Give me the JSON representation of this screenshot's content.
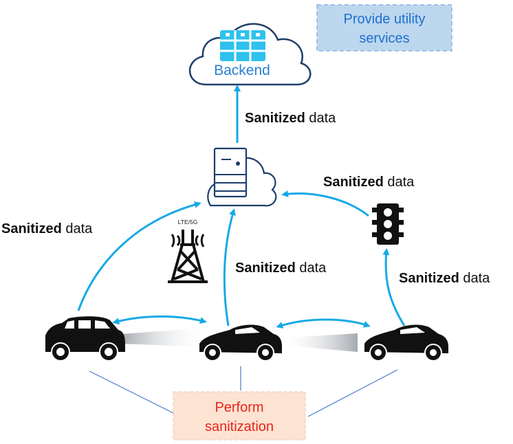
{
  "backend": {
    "label": "Backend"
  },
  "utility_box": {
    "line1": "Provide utility",
    "line2": "services"
  },
  "sanitize_box": {
    "line1": "Perform",
    "line2": "sanitization"
  },
  "tower": {
    "label": "LTE/5G"
  },
  "flow_labels": {
    "edge_to_backend": {
      "bold": "Sanitized",
      "rest": " data"
    },
    "left_car_to_edge": {
      "bold": "Sanitized",
      "rest": " data"
    },
    "mid_car_to_edge": {
      "bold": "Sanitized",
      "rest": " data"
    },
    "light_to_edge": {
      "bold": "Sanitized",
      "rest": " data"
    },
    "right_car_to_light": {
      "bold": "Sanitized",
      "rest": " data"
    }
  },
  "colors": {
    "arrow": "#17a9e6",
    "backend_text": "#2a7fd0",
    "utility_fill": "#bdd7ee",
    "utility_border": "#8fb4de",
    "utility_text": "#1f6fd0",
    "sanitize_fill": "#fde3d2",
    "sanitize_text": "#e8241c",
    "connector": "#4a77c9"
  }
}
